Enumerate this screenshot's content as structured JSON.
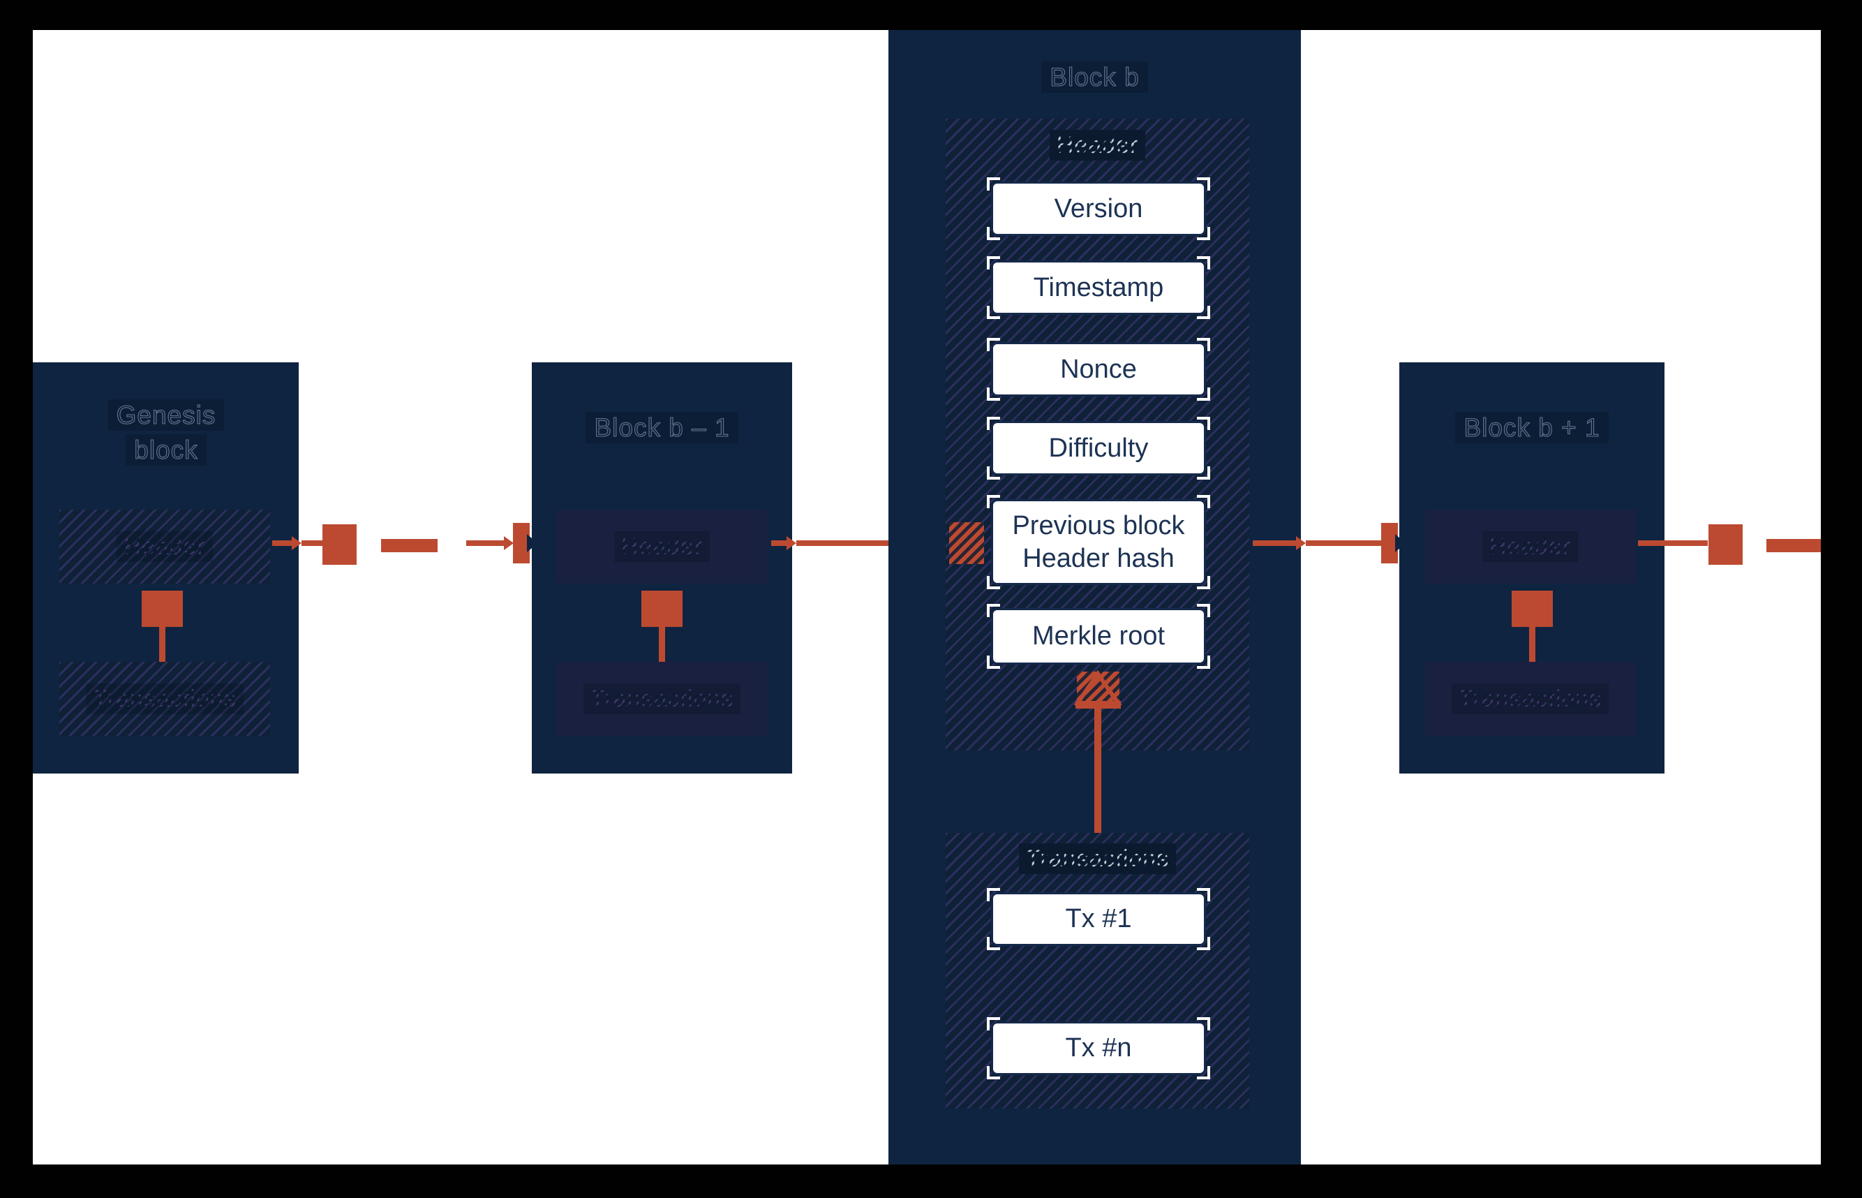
{
  "colors": {
    "frame_background": "#000000",
    "canvas": "#ffffff",
    "block_navy": "#0f2440",
    "panel_navy": "#0e2137",
    "inner_box_navy": "#1a2040",
    "hatch_stripe_purple": "#4c3c86",
    "accent_orange": "#bc4a31",
    "field_box_border": "#15294a",
    "field_box_text": "#1d3354"
  },
  "blocks": {
    "genesis": {
      "title_line_1": "Genesis",
      "title_line_2": "block",
      "header_label": "Header",
      "transactions_label": "Transactions"
    },
    "prev": {
      "title": "Block b – 1",
      "header_label": "Header",
      "transactions_label": "Transactions"
    },
    "current": {
      "title": "Block b",
      "header_label": "Header",
      "fields": {
        "version": "Version",
        "timestamp": "Timestamp",
        "nonce": "Nonce",
        "difficulty": "Difficulty",
        "prev_hash_line_1": "Previous block",
        "prev_hash_line_2": "Header hash",
        "merkle_root": "Merkle root"
      },
      "transactions_label": "Transactions",
      "tx_first": "Tx  #1",
      "tx_last": "Tx  #n"
    },
    "next": {
      "title": "Block b + 1",
      "header_label": "Header",
      "transactions_label": "Transactions"
    }
  }
}
